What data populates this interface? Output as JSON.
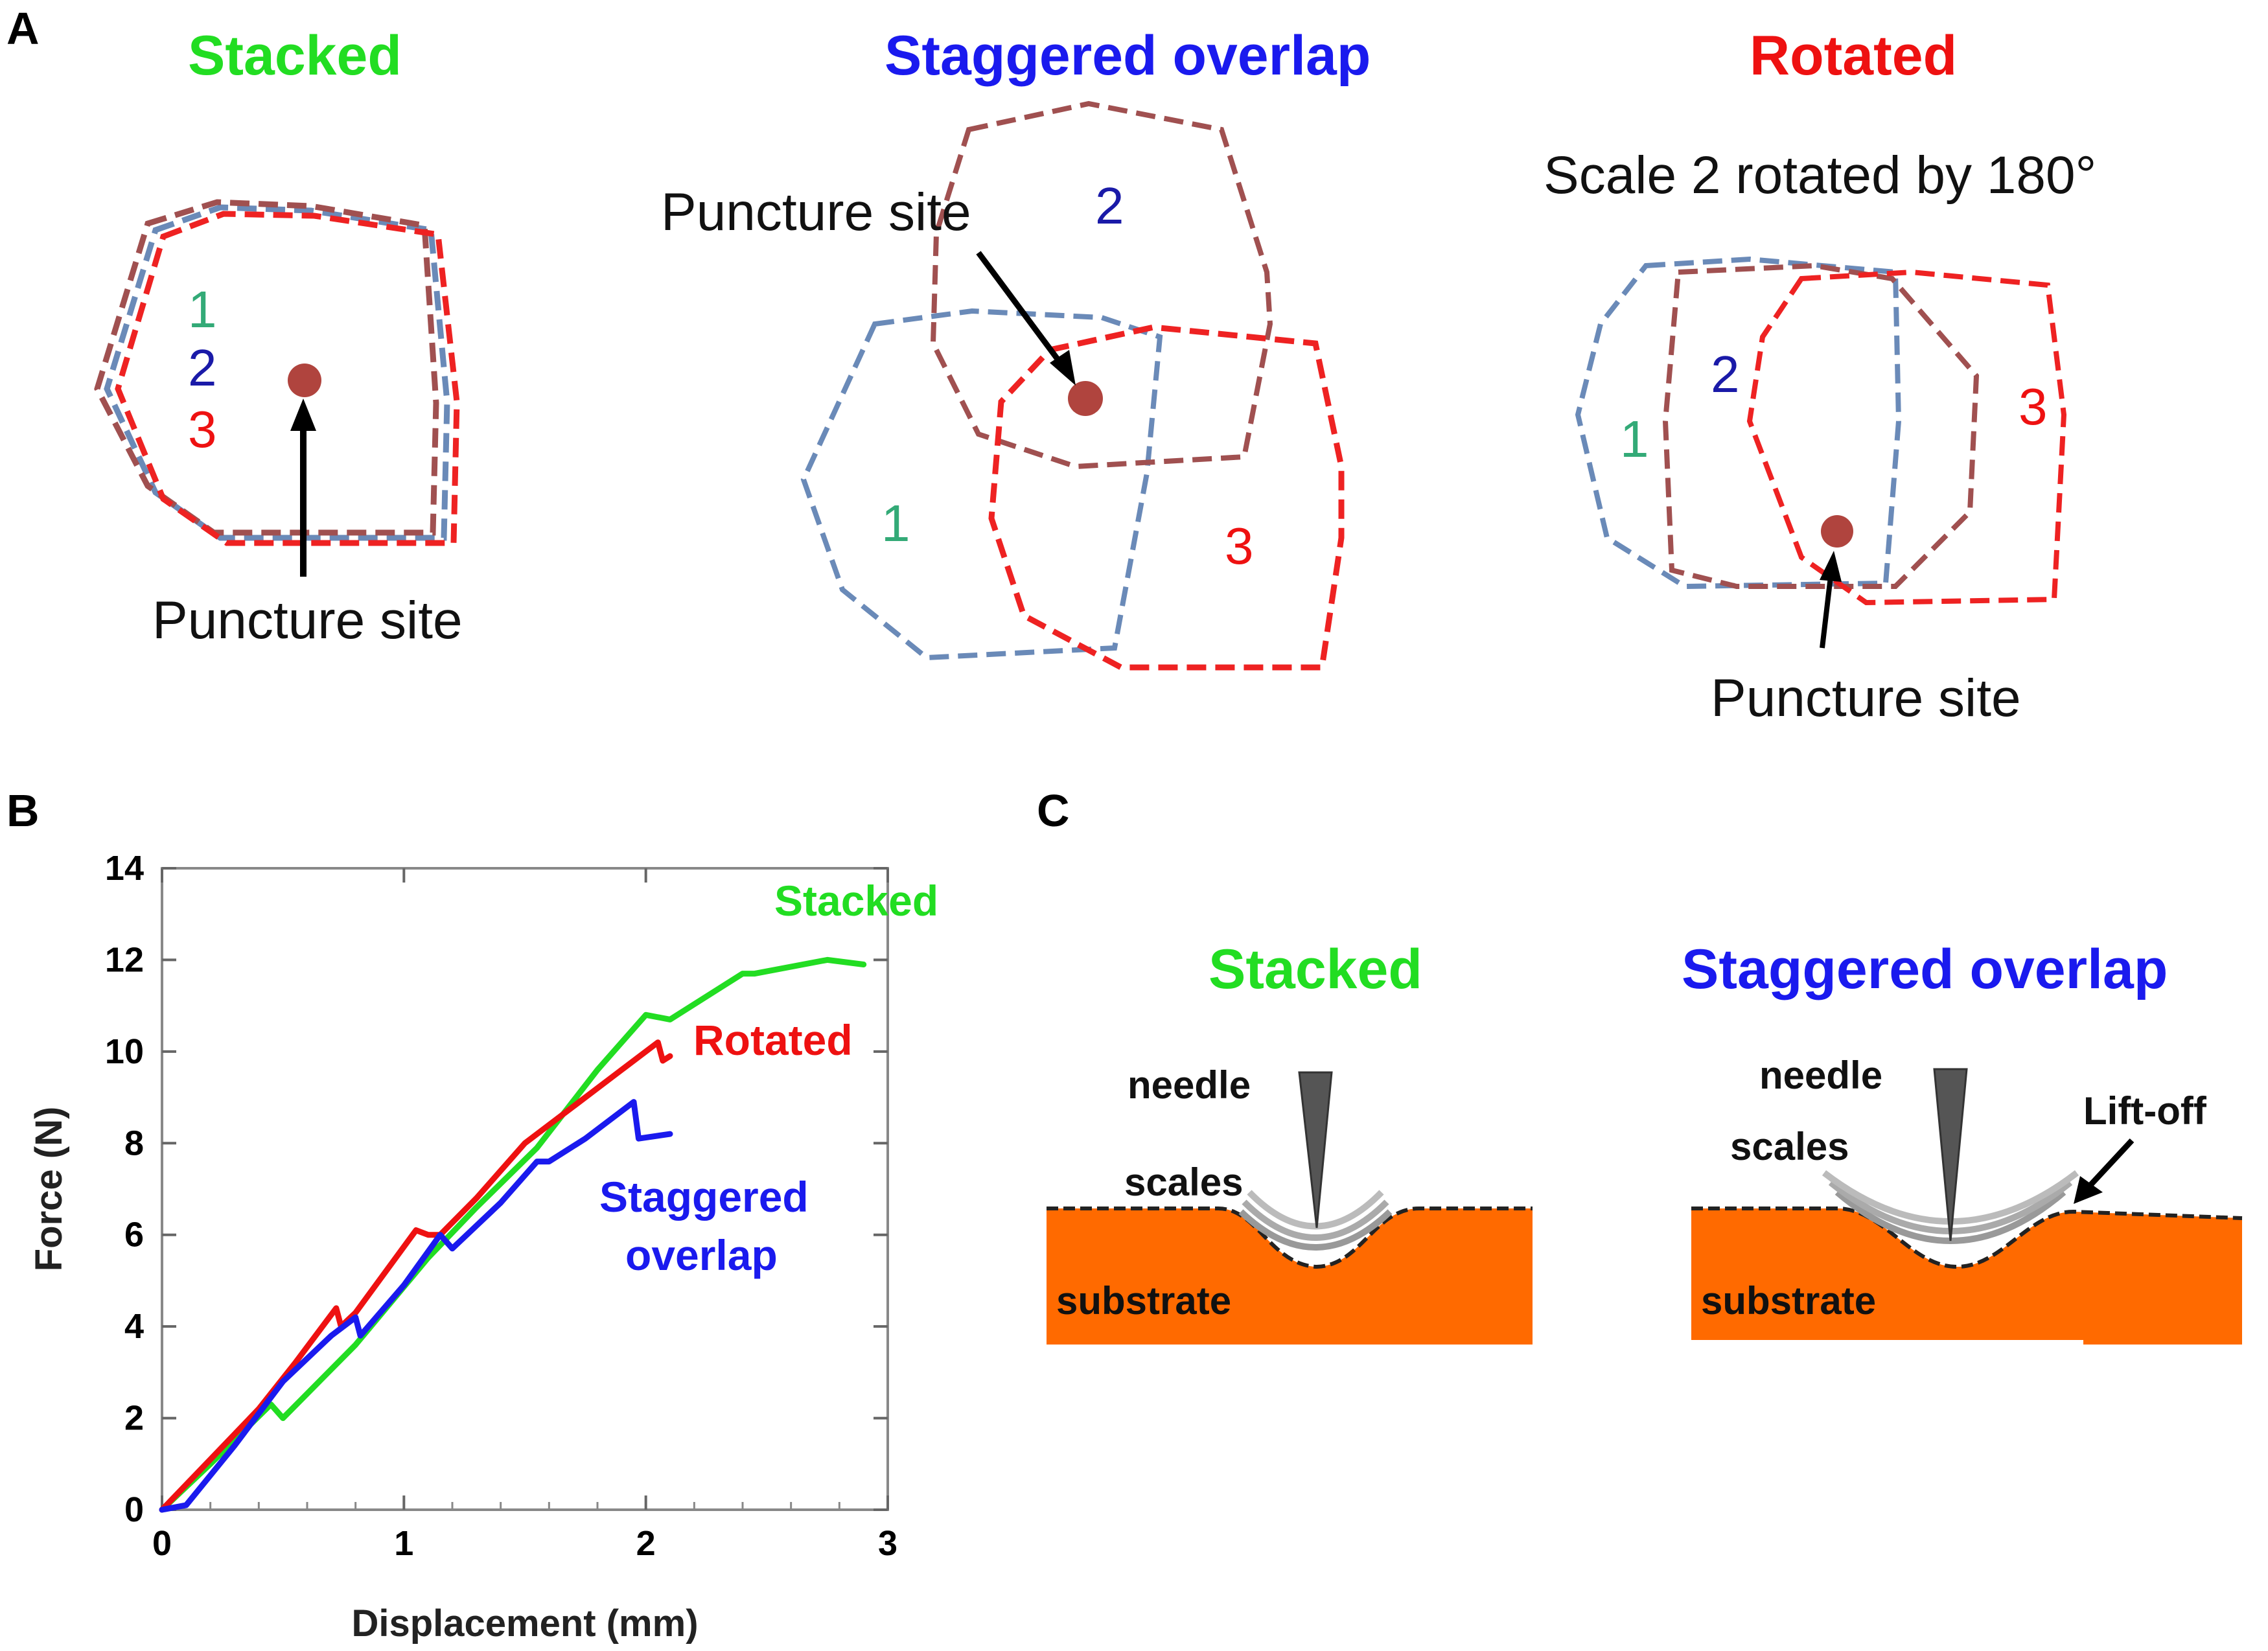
{
  "panel_a": {
    "letter": "A",
    "stacked": {
      "title": "Stacked",
      "nums": [
        "1",
        "2",
        "3"
      ],
      "puncture": "Puncture site"
    },
    "staggered": {
      "title": "Staggered overlap",
      "puncture": "Puncture site",
      "nums": [
        "1",
        "2",
        "3"
      ]
    },
    "rotated": {
      "title": "Rotated",
      "subtitle": "Scale 2 rotated by 180°",
      "nums": [
        "1",
        "2",
        "3"
      ],
      "puncture": "Puncture site"
    }
  },
  "panel_b": {
    "letter": "B"
  },
  "panel_c": {
    "letter": "C",
    "stacked": {
      "title": "Stacked",
      "needle": "needle",
      "scales": "scales",
      "substrate": "substrate"
    },
    "staggered": {
      "title": "Staggered overlap",
      "needle": "needle",
      "scales": "scales",
      "substrate": "substrate",
      "liftoff": "Lift-off"
    }
  },
  "colors": {
    "stacked": "#22dd22",
    "staggered": "#1a1aee",
    "rotated": "#ee1111",
    "scale1_outline": "#6a8ab8",
    "scale2_outline": "#a05050",
    "scale3_outline": "#ee2222",
    "substrate": "#ff6a00",
    "num1": "#33aa77",
    "num2": "#1a1aa8",
    "num3": "#ee1111",
    "puncture_dot": "#b0443e"
  },
  "chart_data": {
    "type": "line",
    "xlabel": "Displacement (mm)",
    "ylabel": "Force (N)",
    "xlim": [
      0,
      3
    ],
    "ylim": [
      0,
      14
    ],
    "xticks": [
      "0",
      "1",
      "2",
      "3"
    ],
    "yticks": [
      "0",
      "2",
      "4",
      "6",
      "8",
      "10",
      "12",
      "14"
    ],
    "series": [
      {
        "name": "Stacked",
        "color": "#22dd22",
        "x": [
          0,
          0.2,
          0.45,
          0.5,
          0.8,
          1.1,
          1.3,
          1.55,
          1.8,
          2.0,
          2.1,
          2.4,
          2.45,
          2.75,
          2.9
        ],
        "y": [
          0,
          1.0,
          2.3,
          2.0,
          3.6,
          5.5,
          6.6,
          7.9,
          9.6,
          10.8,
          10.7,
          11.7,
          11.7,
          12.0,
          11.9
        ]
      },
      {
        "name": "Rotated",
        "color": "#ee1111",
        "x": [
          0,
          0.2,
          0.4,
          0.55,
          0.72,
          0.74,
          0.8,
          1.05,
          1.1,
          1.15,
          1.3,
          1.5,
          1.7,
          1.9,
          2.05,
          2.07,
          2.1
        ],
        "y": [
          0,
          1.1,
          2.2,
          3.2,
          4.4,
          4.0,
          4.3,
          6.1,
          6.0,
          6.0,
          6.8,
          8.0,
          8.8,
          9.6,
          10.2,
          9.8,
          9.9
        ]
      },
      {
        "name": "Staggered overlap",
        "color": "#1a1aee",
        "x": [
          0,
          0.1,
          0.3,
          0.5,
          0.7,
          0.8,
          0.82,
          1.0,
          1.15,
          1.2,
          1.4,
          1.55,
          1.6,
          1.75,
          1.95,
          1.97,
          2.1
        ],
        "y": [
          0,
          0.1,
          1.4,
          2.8,
          3.8,
          4.2,
          3.8,
          4.9,
          6.0,
          5.7,
          6.7,
          7.6,
          7.6,
          8.1,
          8.9,
          8.1,
          8.2
        ]
      }
    ]
  }
}
